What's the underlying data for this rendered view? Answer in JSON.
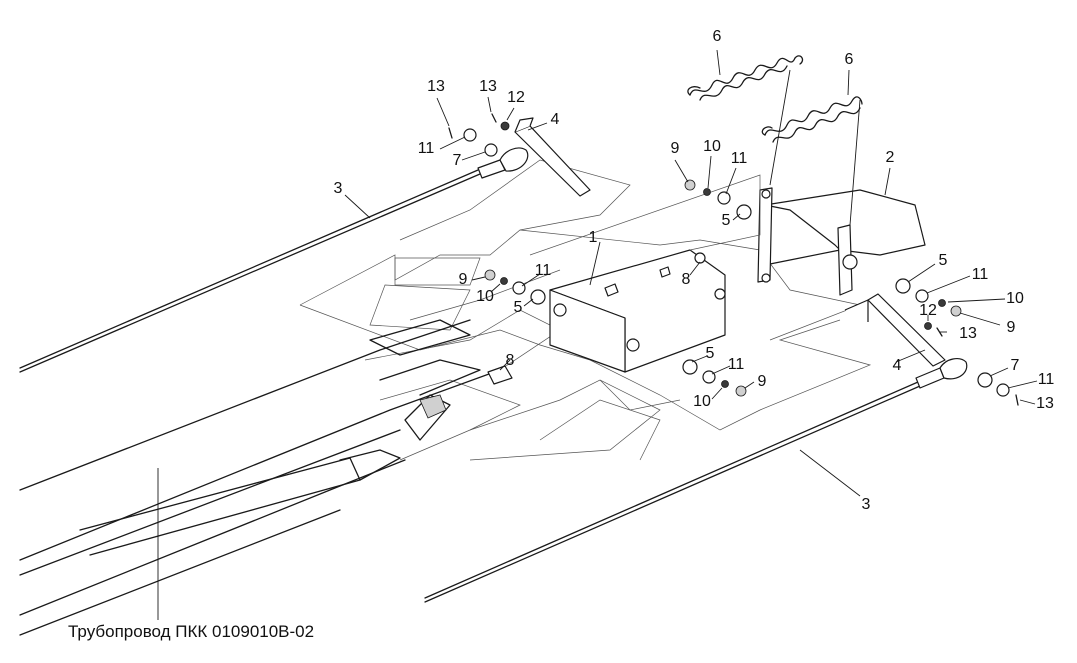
{
  "colors": {
    "ink": "#1a1a1a",
    "background": "#ffffff",
    "hidden_lines": "#555555"
  },
  "callouts": {
    "c1": "1",
    "c2": "2",
    "c3_left": "3",
    "c3_right": "3",
    "c4_left": "4",
    "c4_right": "4",
    "c5_a": "5",
    "c5_b": "5",
    "c5_c": "5",
    "c5_d": "5",
    "c6_left": "6",
    "c6_right": "6",
    "c7_left": "7",
    "c7_right": "7",
    "c8_a": "8",
    "c8_b": "8",
    "c9_a": "9",
    "c9_b": "9",
    "c9_c": "9",
    "c9_d": "9",
    "c10_a": "10",
    "c10_b": "10",
    "c10_c": "10",
    "c10_d": "10",
    "c11_a": "11",
    "c11_b": "11",
    "c11_c": "11",
    "c11_d": "11",
    "c11_e": "11",
    "c11_f": "11",
    "c12_left": "12",
    "c12_right": "12",
    "c13_a": "13",
    "c13_b": "13",
    "c13_c": "13",
    "c13_d": "13"
  },
  "caption": "Трубопровод ПКК 0109010В-02"
}
